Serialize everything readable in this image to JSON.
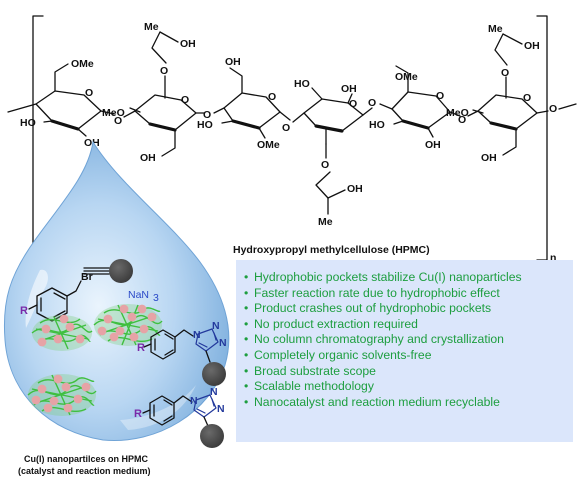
{
  "polymer": {
    "title": "Hydroxypropyl methylcellulose (HPMC)",
    "repeat_subscript": "n",
    "labels": {
      "me": "Me",
      "oh": "OH",
      "ome": "OMe",
      "meo": "MeO",
      "ho": "HO",
      "o": "O"
    }
  },
  "drop": {
    "reagent": "NaN",
    "reagent_subscript": "3",
    "halide": "Br",
    "substituent": "R",
    "caption_line1": "Cu(I) nanopartilces on HPMC",
    "caption_line2": "(catalyst and reaction medium)"
  },
  "product_labels": {
    "n": "N"
  },
  "benefits": [
    "Hydrophobic pockets stabilize Cu(I) nanoparticles",
    "Faster reaction rate due to hydrophobic effect",
    "Product crashes out of hydrophobic pockets",
    "No product extraction required",
    "No column chromatography and crystallization",
    "Completely organic solvents-free",
    "Broad substrate scope",
    "Scalable methodology",
    "Nanocatalyst and reaction medium recyclable"
  ],
  "colors": {
    "benefit_text": "#1d9e3f",
    "benefit_box": "#dbe6fb",
    "drop": "#9cc3e8",
    "nanoparticle": "#e6a3a6",
    "polymer_strand": "#3fbf3f",
    "substituent": "#7a2aa8",
    "azide_atoms": "#2a49c8",
    "dot": "#4a4a4a"
  }
}
